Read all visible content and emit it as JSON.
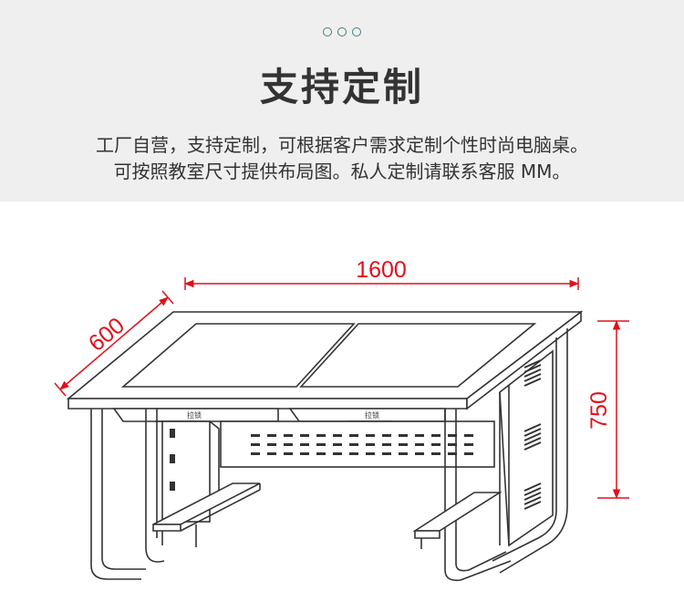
{
  "header": {
    "decor_dots": 3,
    "title": "支持定制",
    "line1": "工厂自营，支持定制，可根据客户需求定制个性时尚电脑桌。",
    "line2": "可按照教室尺寸提供布局图。私人定制请联系客服 MM。",
    "accent_color": "#3f7f7a",
    "background_color": "#efefef"
  },
  "diagram": {
    "dimensions": {
      "length": "1600",
      "depth": "600",
      "height": "750"
    },
    "drawer_labels": [
      "拉锁",
      "拉锁"
    ],
    "dimension_color": "#e1101b",
    "line_color": "#333333"
  }
}
